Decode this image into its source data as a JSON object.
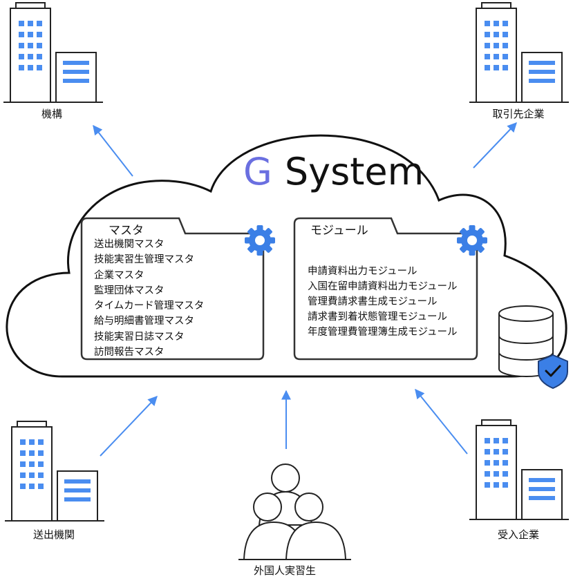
{
  "system": {
    "prefix": "G",
    "name": "System"
  },
  "colors": {
    "accent": "#4a8df0",
    "gear": "#3b7fe6",
    "title_g": "#6a6fe0",
    "outline": "#222222"
  },
  "entities": {
    "top_left": "機構",
    "top_right": "取引先企業",
    "bottom_left": "送出機関",
    "bottom_center": "外国人実習生",
    "bottom_right": "受入企業"
  },
  "master": {
    "title": "マスタ",
    "items": [
      "送出機関マスタ",
      "技能実習生管理マスタ",
      "企業マスタ",
      "監理団体マスタ",
      "タイムカード管理マスタ",
      "給与明細書管理マスタ",
      "技能実習日誌マスタ",
      "訪問報告マスタ"
    ]
  },
  "module": {
    "title": "モジュール",
    "items": [
      "申請資料出力モジュール",
      "入国在留申請資料出力モジュール",
      "管理費請求書生成モジュール",
      "請求書到着状態管理モジュール",
      "年度管理費管理簿生成モジュール"
    ]
  },
  "icons": [
    "building-icon",
    "gear-icon",
    "database-icon",
    "shield-check-icon",
    "people-icon",
    "arrow-icon"
  ]
}
